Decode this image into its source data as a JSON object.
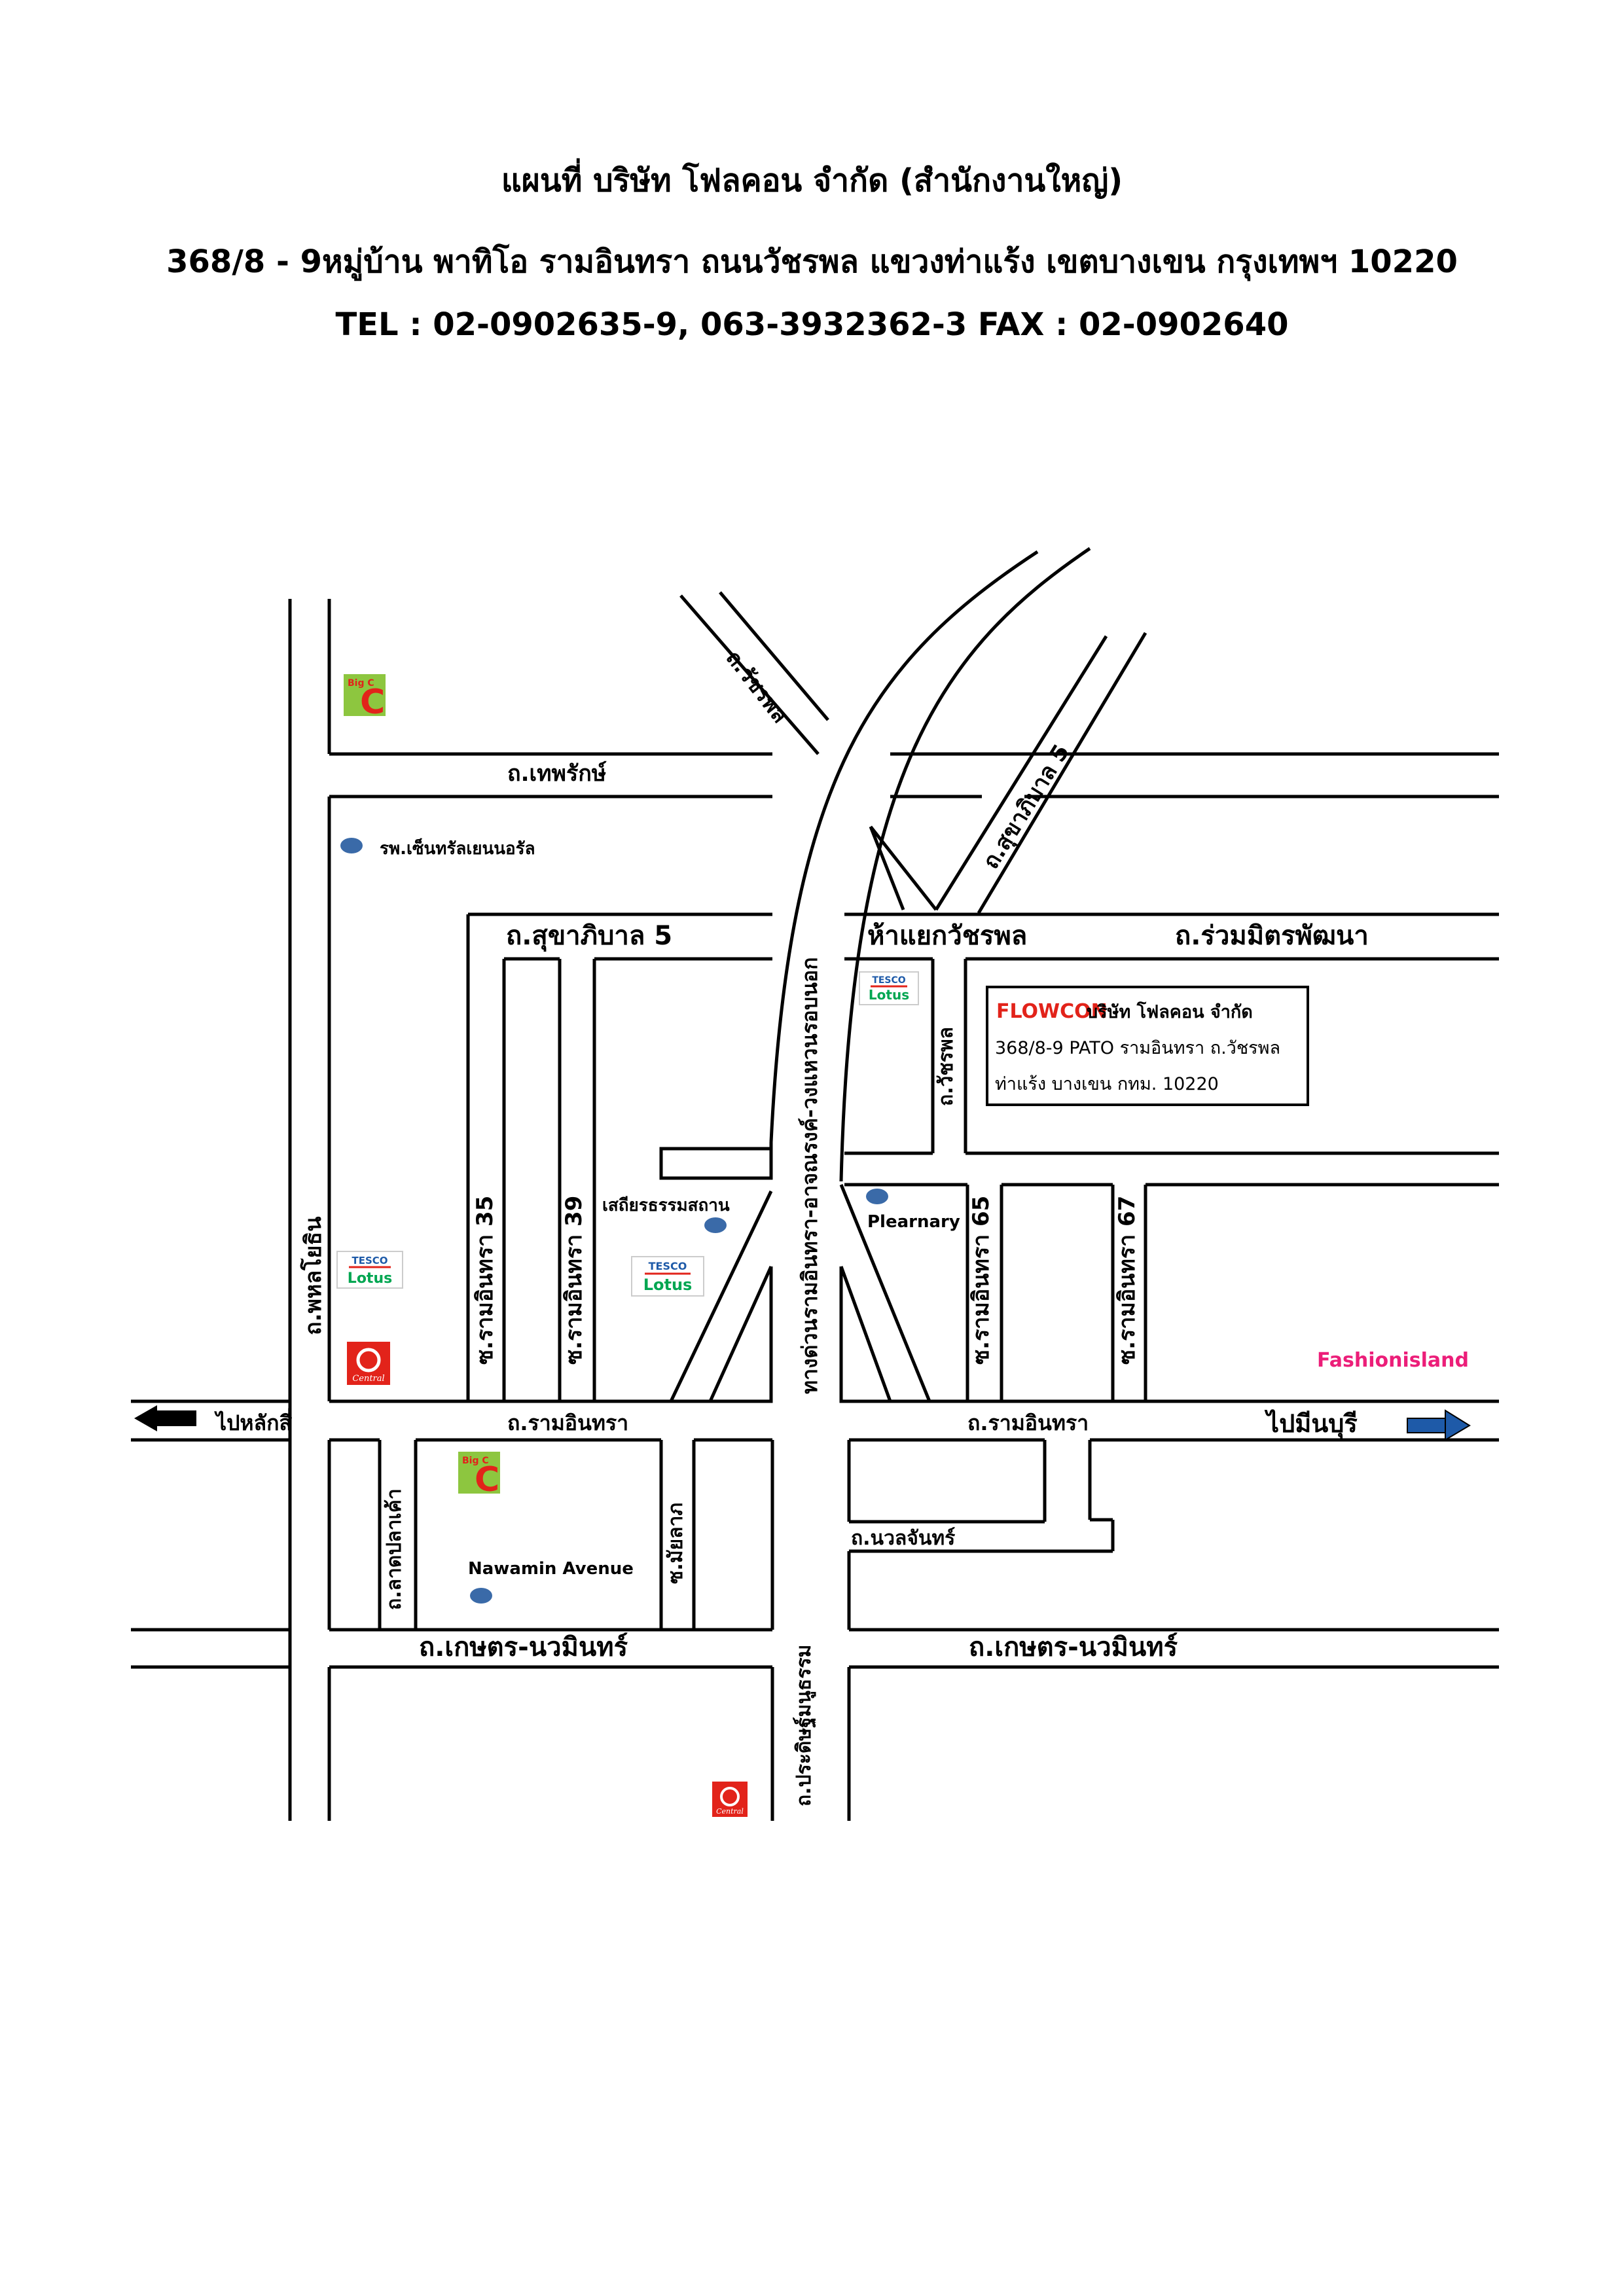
{
  "header": {
    "title": "แผนที่  บริษัท โฟลคอน จำกัด (สำนักงานใหญ่)",
    "address": "368/8 - 9หมู่บ้าน พาทิโอ รามอินทรา ถนนวัชรพล แขวงท่าแร้ง เขตบางเขน กรุงเทพฯ 10220",
    "contact": "TEL : 02-0902635-9, 063-3932362-3  FAX : 02-0902640"
  },
  "roads": {
    "thepharak": "ถ.เทพรักษ์",
    "watcharaphon_top": "ถ.วัชรพล",
    "sukhaphiban5_diag": "ถ.สุขาภิบาล 5",
    "sukhaphiban5": "ถ.สุขาภิบาล 5",
    "watcharaphon_junction": "ห้าแยกวัชรพล",
    "ruam_mit_phatthana": "ถ.ร่วมมิตรพัฒนา",
    "phahonyothin": "ถ.พหลโยธิน",
    "soi_35": "ซ.รามอินทรา 35",
    "soi_39": "ซ.รามอินทรา 39",
    "expressway": "ทางด่วนรามอินทรา-อาจณรงค์-วงแหวนรอบนอก",
    "watcharaphon_side": "ถ.วัชรพล",
    "soi_65": "ซ.รามอินทรา 65",
    "soi_67": "ซ.รามอินทรา 67",
    "ramintra_left": "ถ.รามอินทรา",
    "ramintra_right": "ถ.รามอินทรา",
    "lat_pla_khao": "ถ.ลาดปลาเค้า",
    "soi_mayalap": "ซ.มัยลาภ",
    "nuan_chan": "ถ.นวลจันทร์",
    "kaset_nawamin_left": "ถ.เกษตร-นวมินทร์",
    "kaset_nawamin_right": "ถ.เกษตร-นวมินทร์",
    "pradit_manutham": "ถ.ประดิษฐ์มนูธรรม"
  },
  "directions": {
    "to_lak_si": "ไปหลักสี่",
    "to_min_buri": "ไปมีนบุรี"
  },
  "places": {
    "hospital": "รพ.เซ็นทรัลเยนนอรัล",
    "shrine": "เสถียรธรรมสถาน",
    "plearnary": "Plearnary",
    "nawamin_avenue": "Nawamin Avenue",
    "fashion_island": "Fashionisland"
  },
  "logos": {
    "big_c": "Big C",
    "tesco_top": "TESCO",
    "tesco_bottom": "Lotus",
    "central": "Central",
    "flowcon": "FLOWCON"
  },
  "company_box": {
    "name": "บริษัท โฟลคอน จำกัด",
    "line2": "368/8-9 PATO รามอินทรา ถ.วัชรพล",
    "line3": "ท่าแร้ง บางเขน กทม. 10220"
  },
  "colors": {
    "bigc_green": "#8dc63f",
    "bigc_red": "#e2231a",
    "tesco_blue": "#1e5aa8",
    "tesco_red": "#e2231a",
    "lotus_green": "#00a651",
    "central_red": "#e2231a",
    "poi_dot": "#3a6aa8",
    "flowcon_red": "#e2231a",
    "fashion_pink": "#ec1e79"
  }
}
